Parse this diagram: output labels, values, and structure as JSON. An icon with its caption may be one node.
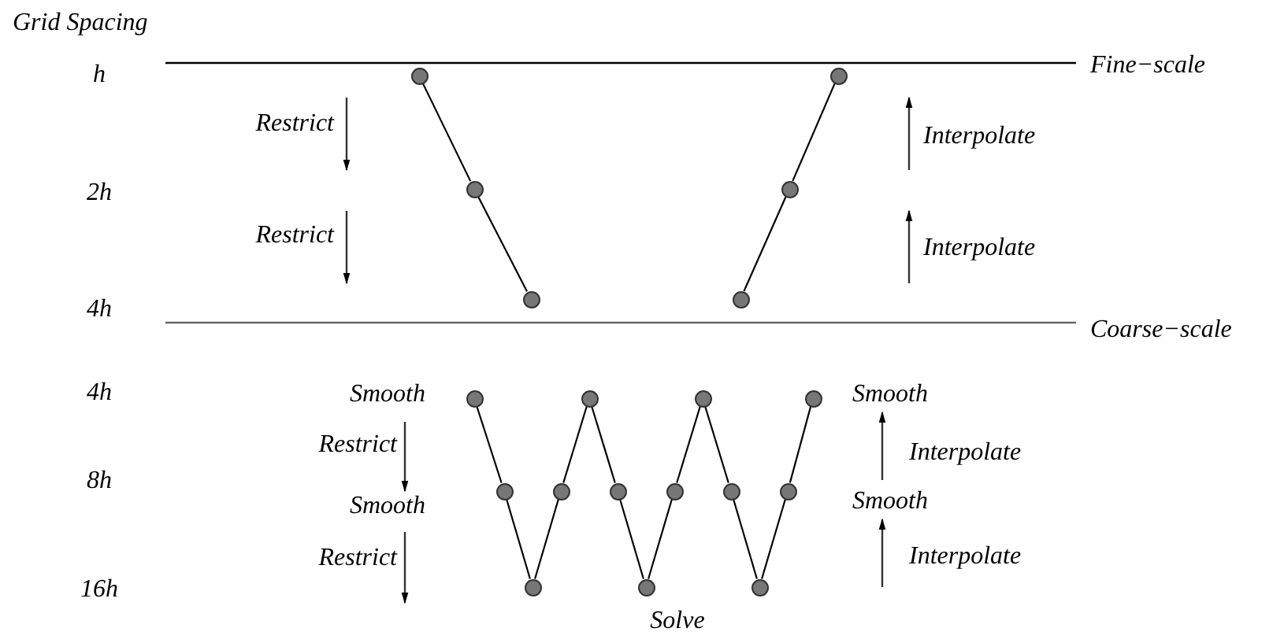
{
  "diagram": {
    "nodes": [
      {
        "text": [],
        "shape": "circle"
      },
      {
        "text": [],
        "shape": "circle"
      },
      {
        "text": [],
        "shape": "circle"
      },
      {
        "text": [],
        "shape": "circle"
      },
      {
        "text": [],
        "shape": "circle"
      },
      {
        "text": [],
        "shape": "circle"
      },
      {
        "text": [],
        "shape": "circle"
      },
      {
        "text": [],
        "shape": "circle"
      },
      {
        "text": [],
        "shape": "circle"
      },
      {
        "text": [],
        "shape": "circle"
      },
      {
        "text": [],
        "shape": "circle"
      },
      {
        "text": [],
        "shape": "circle"
      },
      {
        "text": [],
        "shape": "circle"
      },
      {
        "text": [],
        "shape": "circle"
      },
      {
        "text": [],
        "shape": "circle"
      },
      {
        "text": [],
        "shape": "circle"
      },
      {
        "text": [],
        "shape": "circle"
      },
      {
        "text": [],
        "shape": "circle"
      },
      {
        "text": [],
        "shape": "circle"
      }
    ],
    "edges": [
      {
        "from": 0,
        "to": 1,
        "arrow": "none"
      },
      {
        "from": 1,
        "to": 2,
        "arrow": "none"
      },
      {
        "from": 3,
        "to": 4,
        "arrow": "none"
      },
      {
        "from": 4,
        "to": 5,
        "arrow": "none"
      },
      {
        "from": 6,
        "to": 7,
        "arrow": "none"
      },
      {
        "from": 7,
        "to": 8,
        "arrow": "none"
      },
      {
        "from": 8,
        "to": 9,
        "arrow": "none"
      },
      {
        "from": 9,
        "to": 10,
        "arrow": "none"
      },
      {
        "from": 10,
        "to": 11,
        "arrow": "none"
      },
      {
        "from": 11,
        "to": 12,
        "arrow": "none"
      },
      {
        "from": 12,
        "to": 13,
        "arrow": "none"
      },
      {
        "from": 13,
        "to": 14,
        "arrow": "none"
      },
      {
        "from": 14,
        "to": 15,
        "arrow": "none"
      },
      {
        "from": 15,
        "to": 16,
        "arrow": "none"
      },
      {
        "from": 16,
        "to": 17,
        "arrow": "none"
      },
      {
        "from": 17,
        "to": 18,
        "arrow": "none"
      }
    ],
    "labels": [
      "Grid Spacing",
      "h",
      "Fine−scale",
      "Restrict",
      "Interpolate",
      "2h",
      "Restrict",
      "Interpolate",
      "4h",
      "Coarse−scale",
      "4h",
      "Smooth",
      "Smooth",
      "Restrict",
      "Interpolate",
      "8h",
      "Smooth",
      "Smooth",
      "Restrict",
      "Interpolate",
      "16h",
      "Solve"
    ]
  }
}
